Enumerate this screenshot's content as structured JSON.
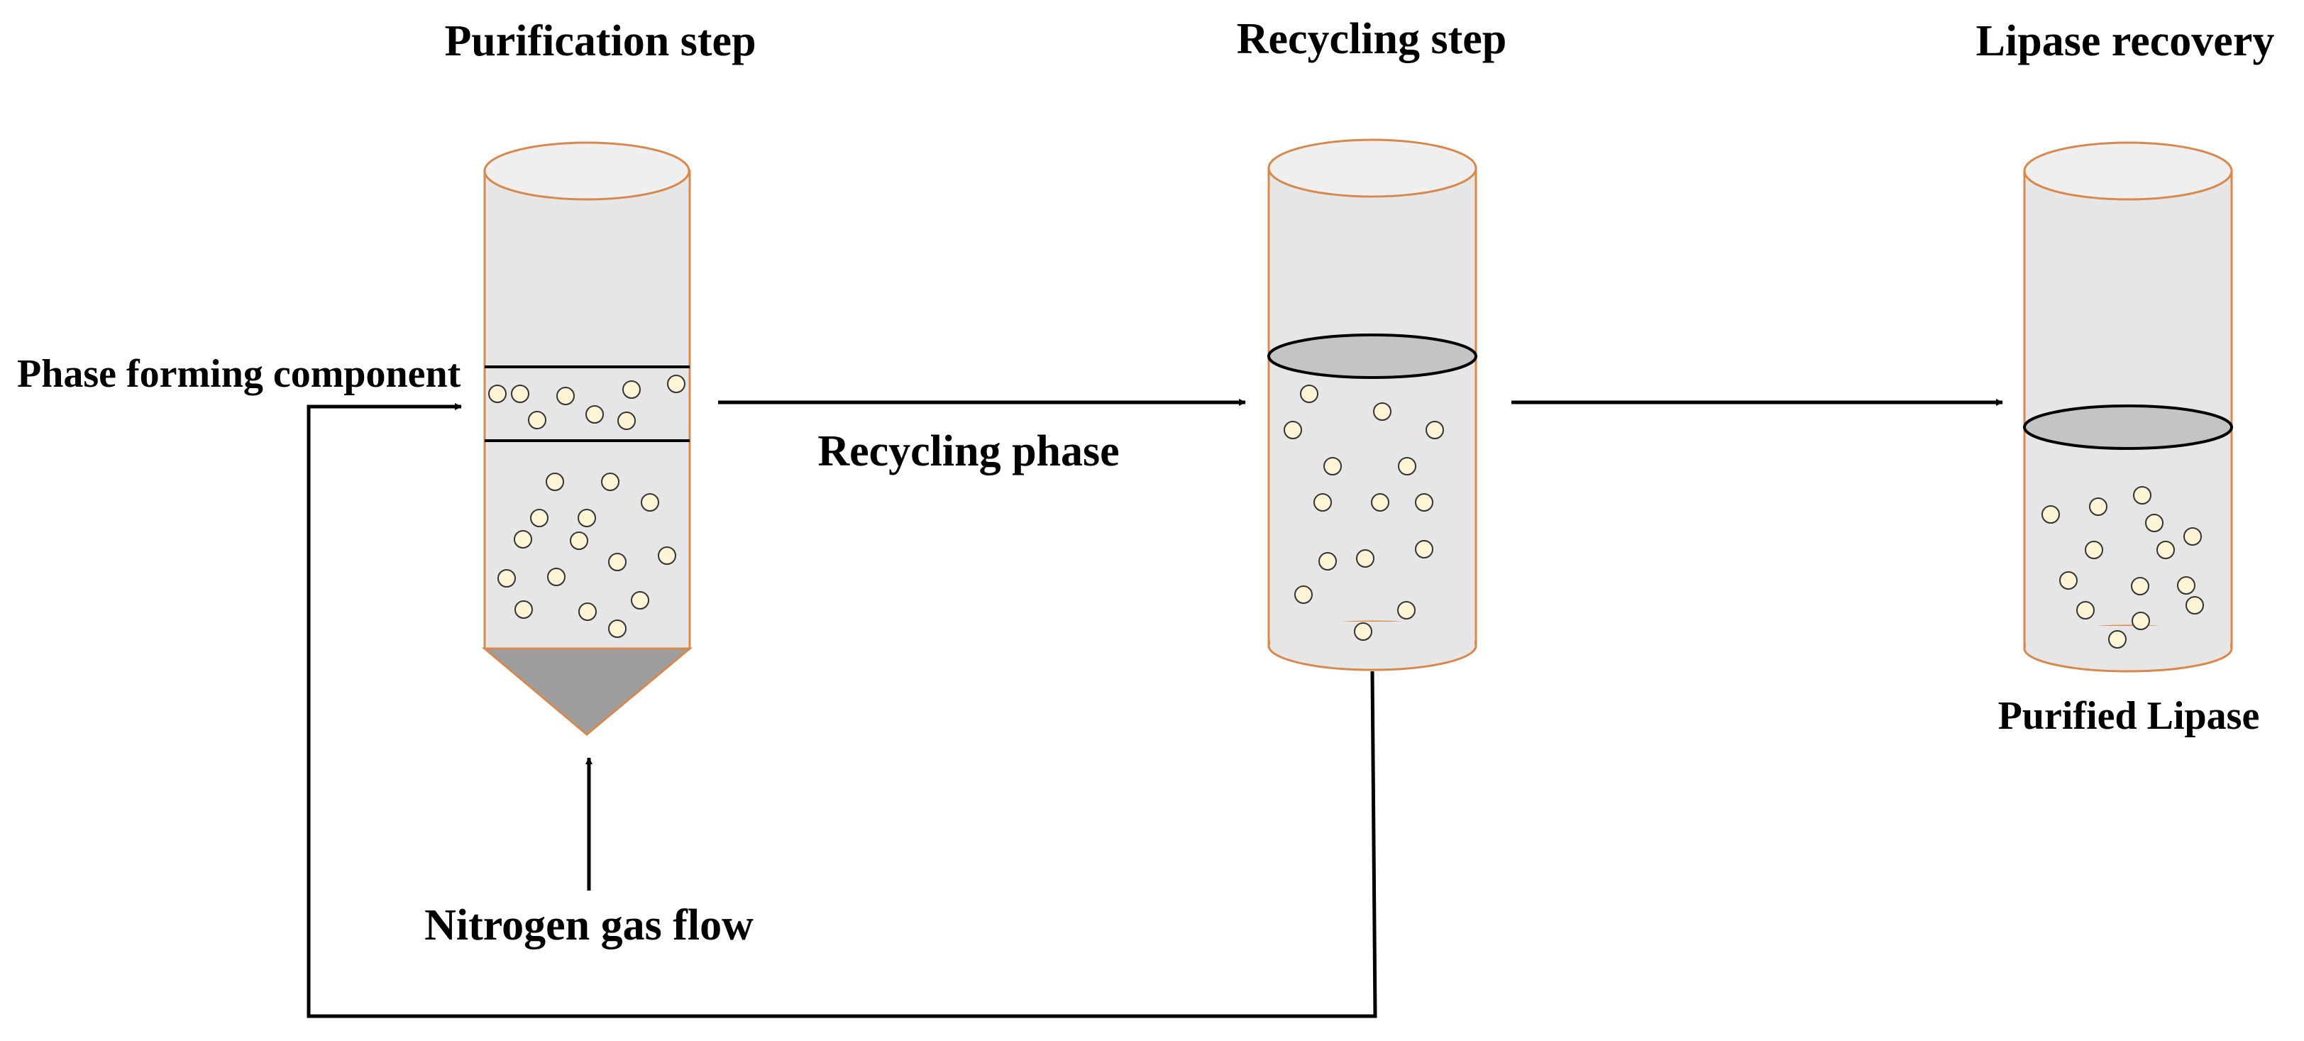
{
  "steps": {
    "purification": {
      "title": "Purification step"
    },
    "recycling": {
      "title": "Recycling step"
    },
    "recovery": {
      "title": "Lipase recovery"
    }
  },
  "labels": {
    "phase_forming_component": "Phase forming component",
    "recycling_phase": "Recycling phase",
    "nitrogen_gas_flow": "Nitrogen gas flow",
    "purified_lipase": "Purified Lipase"
  },
  "colors": {
    "column_outline": "#d9884c",
    "column_fill": "#e6e6e6",
    "column_top": "#efefef",
    "bubble_fill": "#fff5d6",
    "bubble_stroke": "#333333",
    "interface_fill": "#c4c4c4",
    "cone_fill": "#9e9e9e",
    "line": "#000000"
  }
}
